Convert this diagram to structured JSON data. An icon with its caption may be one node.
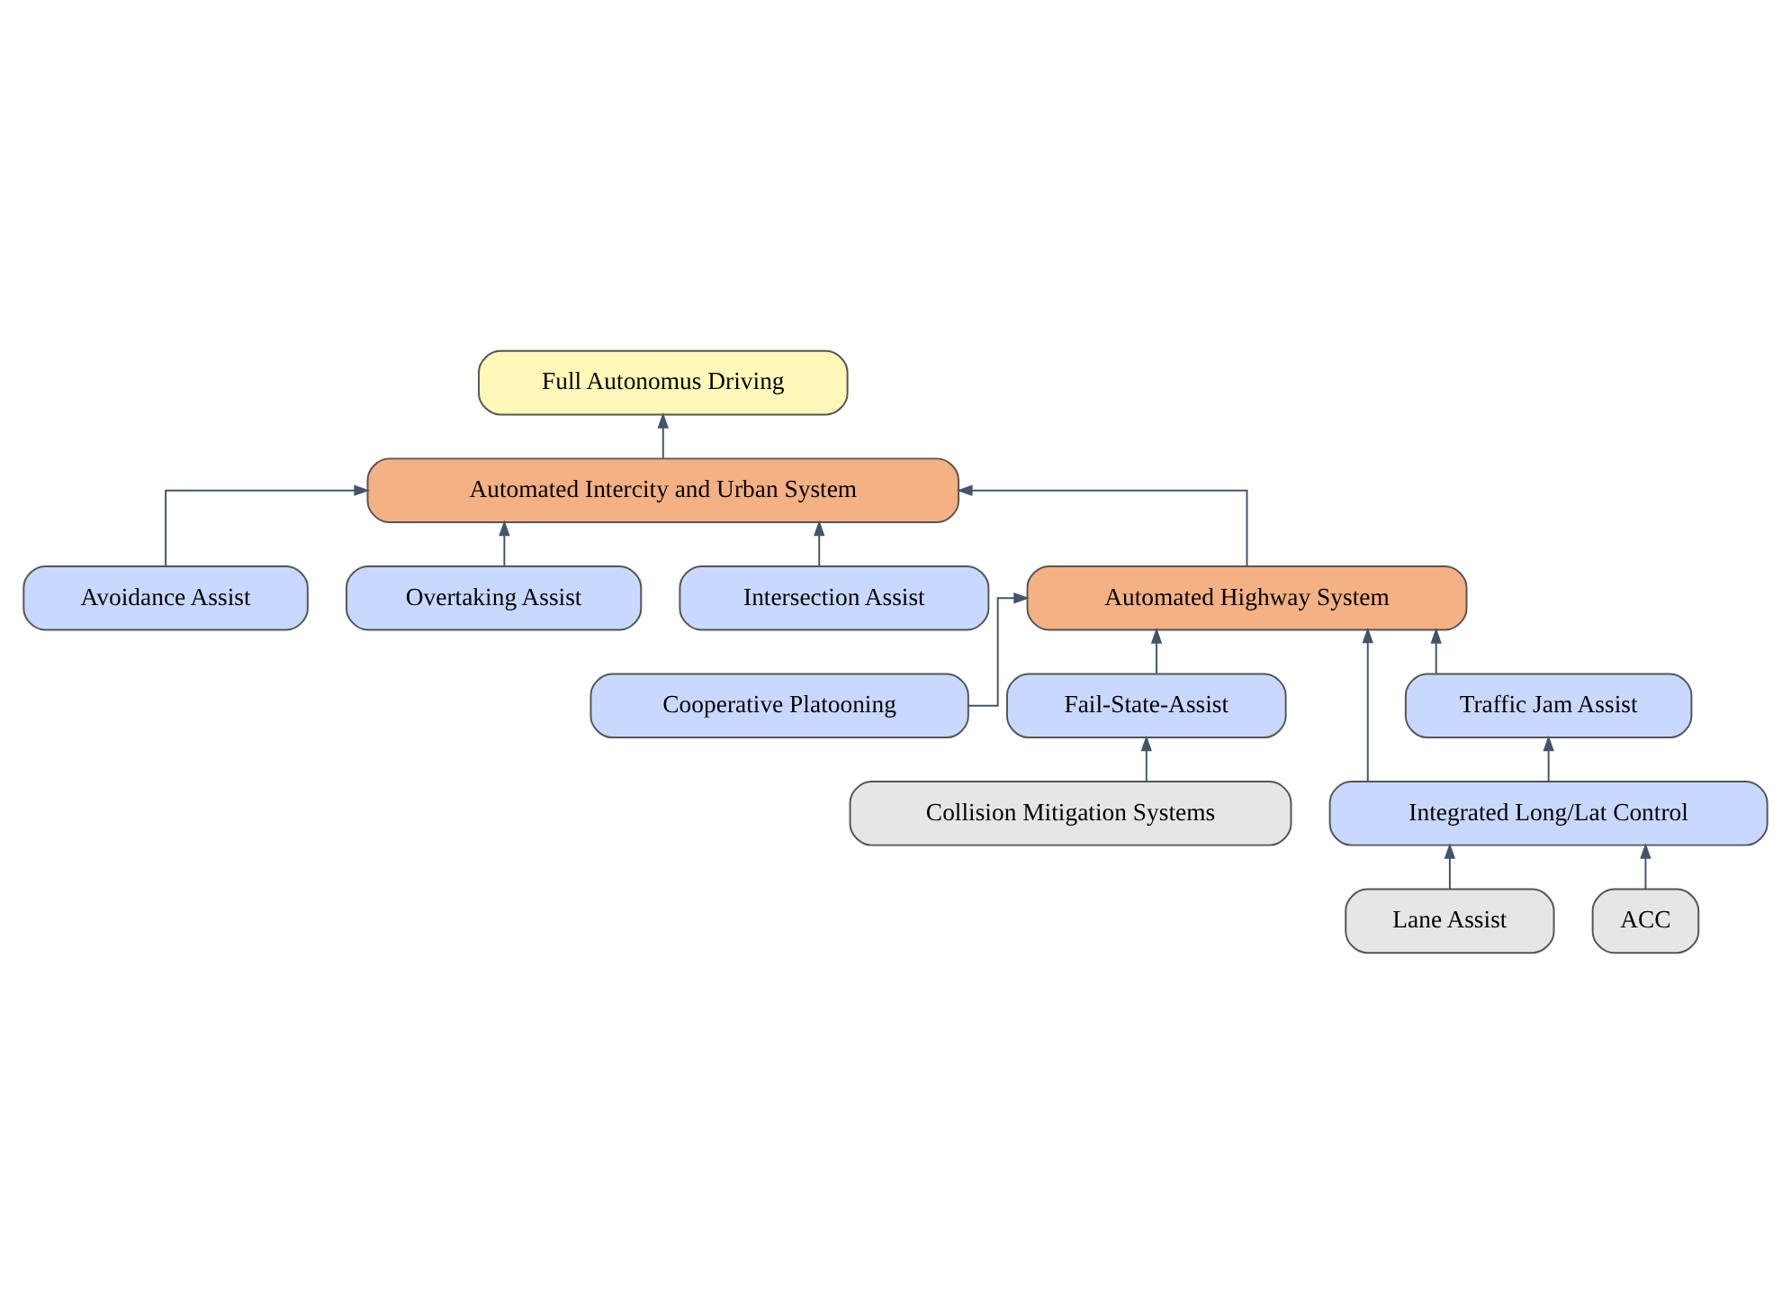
{
  "diagram": {
    "nodes": [
      {
        "text": [
          "Full Autonomus Driving"
        ]
      },
      {
        "text": [
          "Automated Intercity and Urban System"
        ]
      },
      {
        "text": [
          "Avoidance Assist"
        ]
      },
      {
        "text": [
          "Overtaking Assist"
        ]
      },
      {
        "text": [
          "Intersection Assist"
        ]
      },
      {
        "text": [
          "Automated Highway System"
        ]
      },
      {
        "text": [
          "Cooperative Platooning"
        ]
      },
      {
        "text": [
          "Fail-State-Assist"
        ]
      },
      {
        "text": [
          "Collision Mitigation Systems"
        ]
      },
      {
        "text": [
          "Traffic Jam Assist"
        ]
      },
      {
        "text": [
          "Integrated Long/Lat Control"
        ]
      },
      {
        "text": [
          "Lane Assist"
        ]
      },
      {
        "text": [
          "ACC"
        ]
      }
    ],
    "edges": [
      {
        "from": 1,
        "to": 0,
        "arrow": "to"
      },
      {
        "from": 2,
        "to": 1,
        "arrow": "to"
      },
      {
        "from": 3,
        "to": 1,
        "arrow": "to"
      },
      {
        "from": 4,
        "to": 1,
        "arrow": "to"
      },
      {
        "from": 5,
        "to": 1,
        "arrow": "to"
      },
      {
        "from": 6,
        "to": 5,
        "arrow": "to"
      },
      {
        "from": 7,
        "to": 5,
        "arrow": "to"
      },
      {
        "from": 8,
        "to": 7,
        "arrow": "to"
      },
      {
        "from": 9,
        "to": 5,
        "arrow": "to"
      },
      {
        "from": 10,
        "to": 5,
        "arrow": "to"
      },
      {
        "from": 10,
        "to": 9,
        "arrow": "to"
      },
      {
        "from": 11,
        "to": 10,
        "arrow": "to"
      },
      {
        "from": 12,
        "to": 10,
        "arrow": "to"
      }
    ]
  }
}
